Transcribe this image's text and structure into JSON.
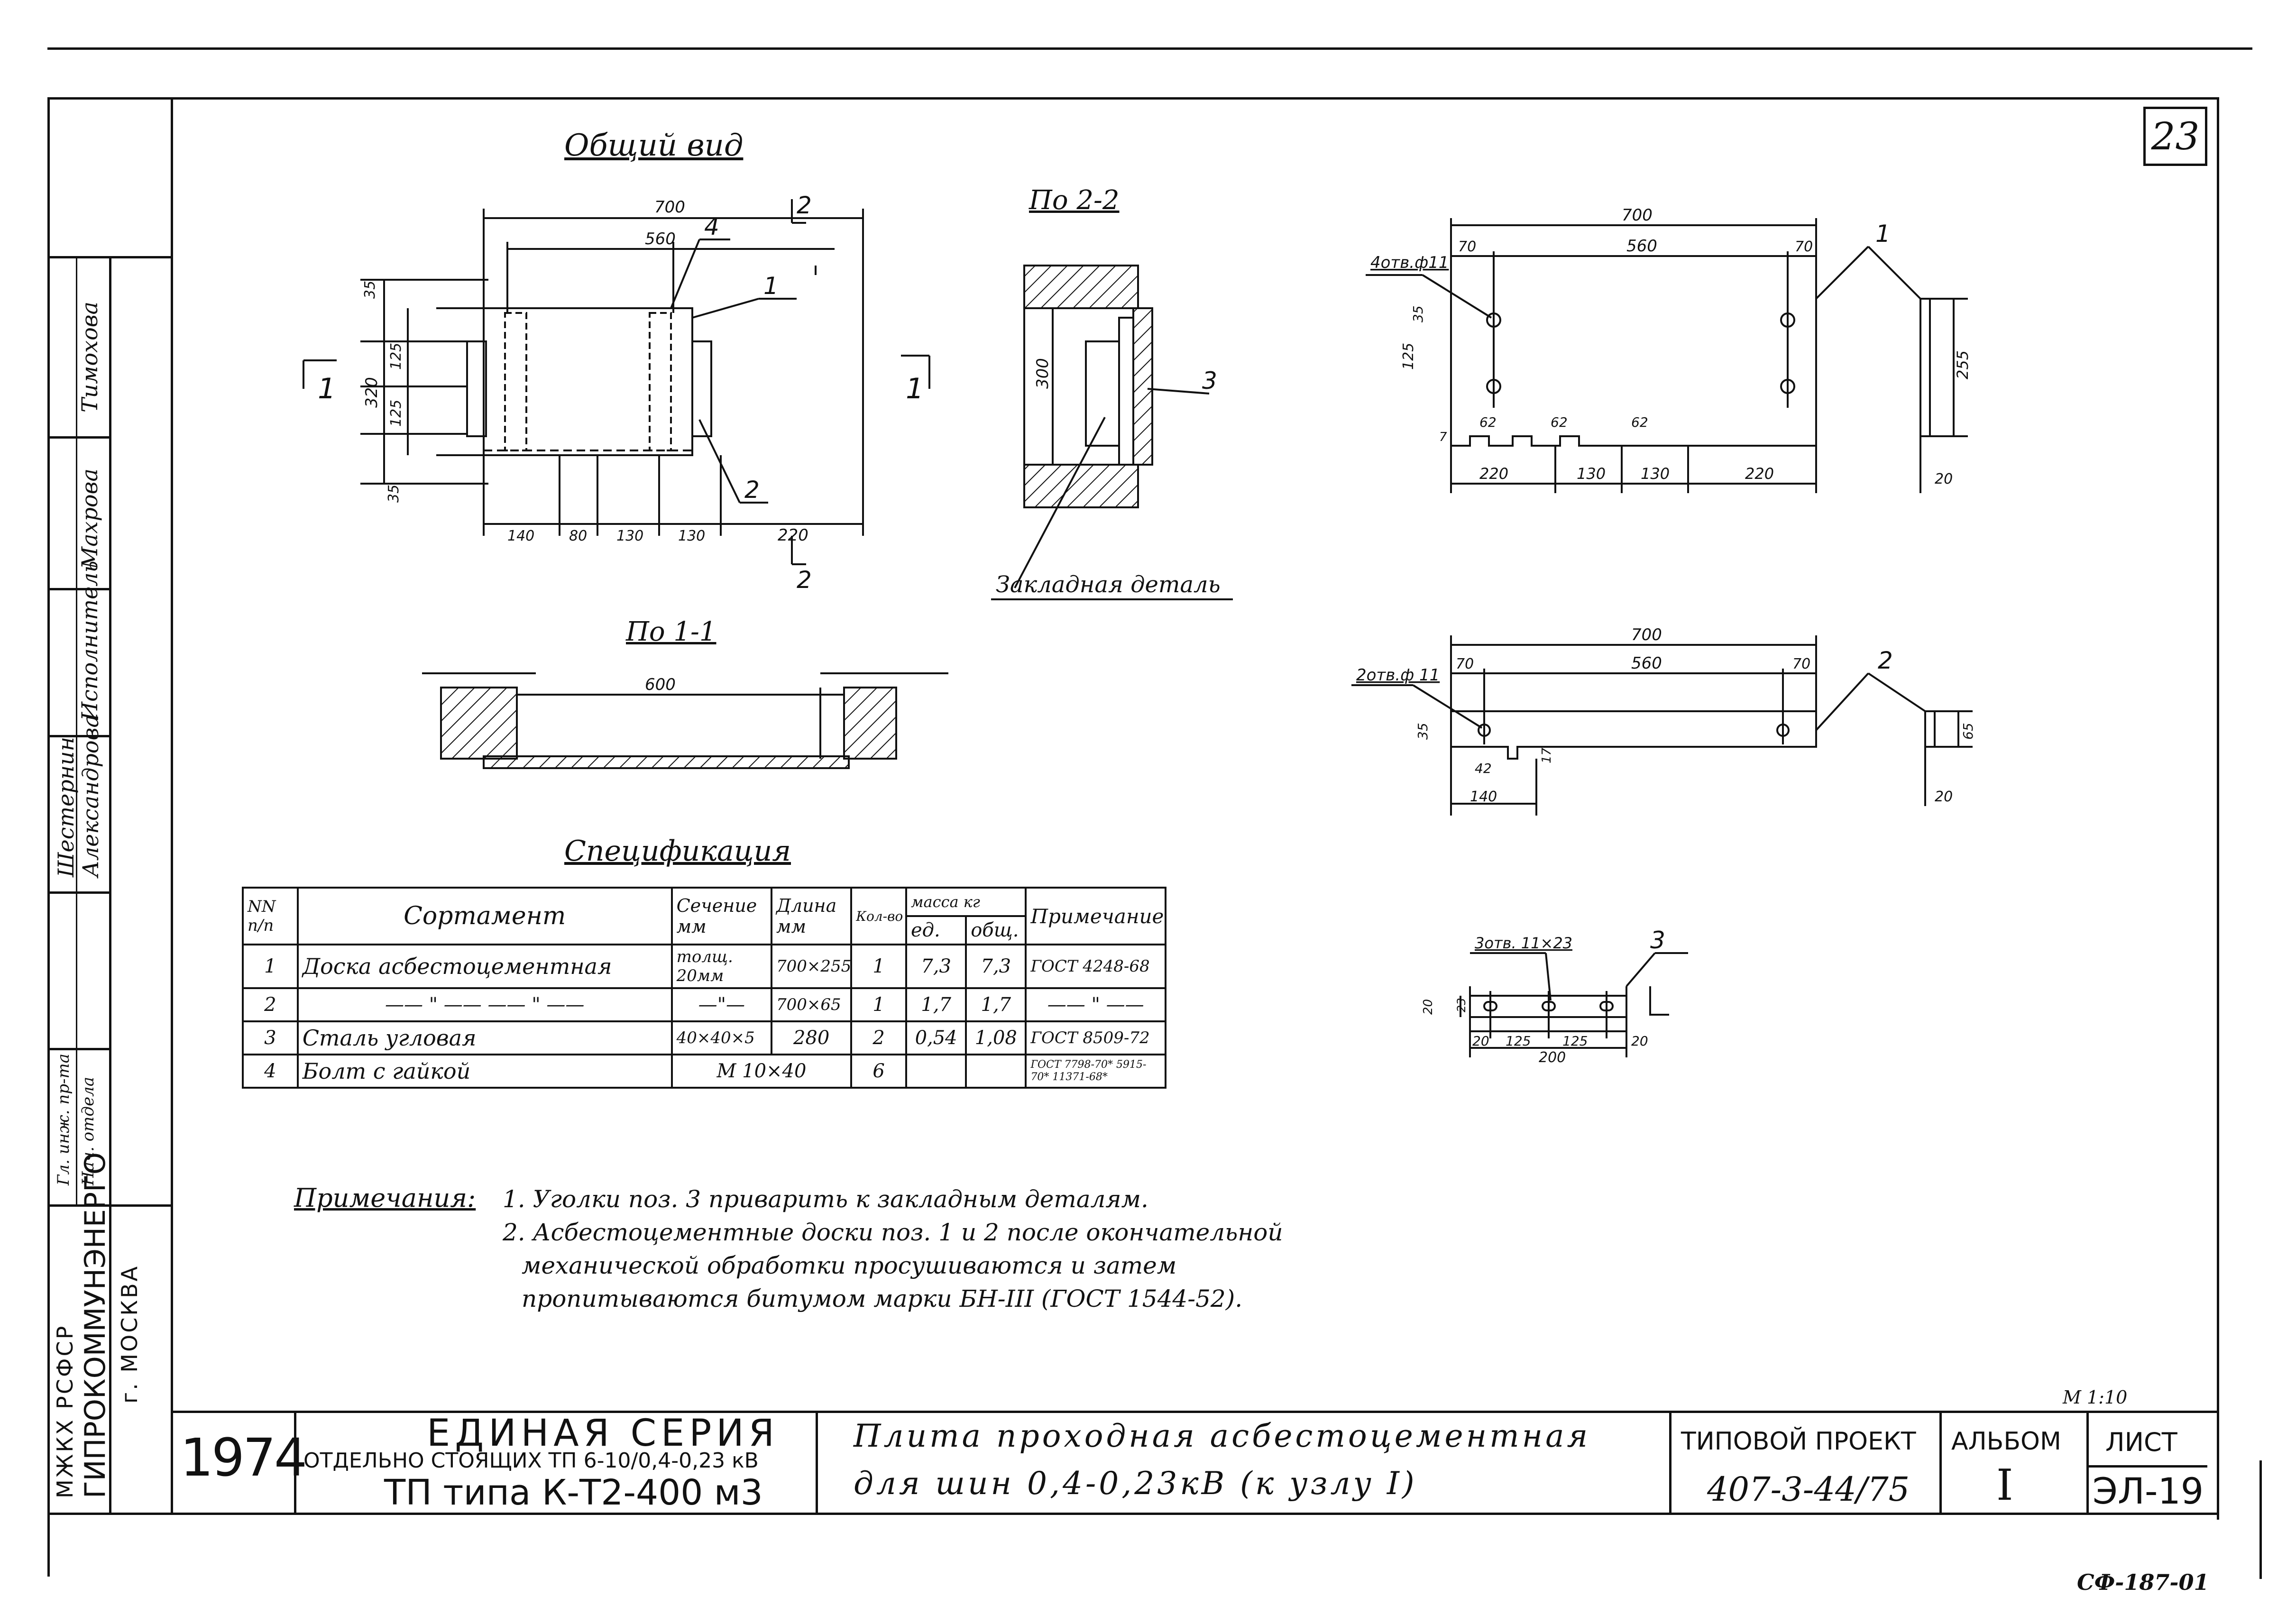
{
  "sheet_number": "23",
  "views": {
    "general_title": "Общий вид",
    "section_22_title": "По 2-2",
    "section_11_title": "По 1-1",
    "embedded_part_label": "Закладная деталь",
    "section_mark_2": "2",
    "section_mark_1": "1"
  },
  "general_dims": {
    "d700": "700",
    "d560": "560",
    "d35a": "35",
    "d125a": "125",
    "d320": "320",
    "d125b": "125",
    "d35b": "35",
    "d140": "140",
    "d80": "80",
    "d130a": "130",
    "d130b": "130",
    "d220": "220",
    "pos4": "4",
    "pos1": "1",
    "pos2": "2"
  },
  "section22": {
    "d300": "300",
    "pos3": "3"
  },
  "section11": {
    "d600": "600"
  },
  "part1": {
    "holes": "4отв.ф11",
    "d700": "700",
    "d70a": "70",
    "d560": "560",
    "d70b": "70",
    "d35": "35",
    "d125": "125",
    "d62a": "62",
    "d62b": "62",
    "d62c": "62",
    "d7": "7",
    "d220a": "220",
    "d130a": "130",
    "d130b": "130",
    "d220b": "220",
    "d255": "255",
    "d20": "20",
    "pos": "1"
  },
  "part2": {
    "holes": "2отв.ф 11",
    "d700": "700",
    "d70a": "70",
    "d560": "560",
    "d70b": "70",
    "d35": "35",
    "d42": "42",
    "d17": "17",
    "d140": "140",
    "d65": "65",
    "d20": "20",
    "pos": "2"
  },
  "part3": {
    "holes": "3отв. 11×23",
    "d20a": "20",
    "d23": "23",
    "d20b": "20",
    "d125a": "125",
    "d125b": "125",
    "d20c": "20",
    "d200": "200",
    "pos": "3"
  },
  "spec": {
    "title": "Спецификация",
    "headers": {
      "nn": "NN п/п",
      "sortament": "Сортамент",
      "section": "Сечение мм",
      "length": "Длина мм",
      "qty": "Кол-во",
      "mass": "масса кг",
      "mass_unit": "ед.",
      "mass_total": "общ.",
      "note": "Примечание"
    },
    "rows": [
      {
        "n": "1",
        "name": "Доска асбестоцементная",
        "section": "толщ. 20мм",
        "length": "700×255",
        "qty": "1",
        "m1": "7,3",
        "m2": "7,3",
        "note": "ГОСТ 4248-68"
      },
      {
        "n": "2",
        "name": "—— \" —— —— \" ——",
        "section": "—\"—",
        "length": "700×65",
        "qty": "1",
        "m1": "1,7",
        "m2": "1,7",
        "note": "—— \" ——"
      },
      {
        "n": "3",
        "name": "Сталь угловая",
        "section": "40×40×5",
        "length": "280",
        "qty": "2",
        "m1": "0,54",
        "m2": "1,08",
        "note": "ГОСТ 8509-72"
      },
      {
        "n": "4",
        "name": "Болт с гайкой",
        "section": "М 10×40",
        "length": "",
        "qty": "6",
        "m1": "",
        "m2": "",
        "note": "ГОСТ 7798-70* 5915-70* 11371-68*"
      }
    ]
  },
  "notes": {
    "label": "Примечания:",
    "line1": "1. Уголки поз. 3 приварить к закладным деталям.",
    "line2": "2. Асбестоцементные доски поз. 1 и 2 после окончательной",
    "line3": "механической обработки просушиваются и затем",
    "line4": "пропитываются битумом марки БН-III (ГОСТ 1544-52)."
  },
  "left_strip": {
    "sig1": "Тимохова",
    "sig2": "Махрова",
    "role1": "Исполнитель",
    "role2": "Шестернин",
    "name2": "Александрова",
    "role3": "Гл. инж. пр-та",
    "role4": "Нач. отдела",
    "org": "МЖКХ РСФСР",
    "org2": "ГИПРОКОММУНЭНЕРГО",
    "city": "г. МОСКВА"
  },
  "title_block": {
    "year": "1974",
    "series": "ЕДИНАЯ СЕРИЯ",
    "series_sub": "ОТДЕЛЬНО СТОЯЩИХ ТП 6-10/0,4-0,23 кВ",
    "tp_type": "ТП типа К-Т2-400 м3",
    "name_line1": "Плита проходная асбестоцементная",
    "name_line2": "для шин 0,4-0,23кВ (к узлу I)",
    "scale": "М 1:10",
    "proj_label": "ТИПОВОЙ ПРОЕКТ",
    "proj_num": "407-3-44/75",
    "album_label": "АЛЬБОМ",
    "album_num": "I",
    "sheet_label": "ЛИСТ",
    "sheet_num": "ЭЛ-19",
    "stamp": "СФ-187-01"
  }
}
